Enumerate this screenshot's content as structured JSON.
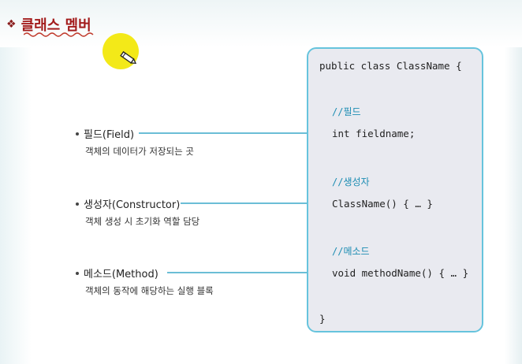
{
  "slide": {
    "title": "클래스 멤버",
    "title_bullet": "❖"
  },
  "members": [
    {
      "label": "필드(Field)",
      "description": "객체의 데이터가 저장되는 곳"
    },
    {
      "label": "생성자(Constructor)",
      "description": "객체 생성 시 초기화 역할 담당"
    },
    {
      "label": "메소드(Method)",
      "description": "객체의 동작에 해당하는 실행 블록"
    }
  ],
  "code": {
    "class_decl": "public class ClassName {",
    "comment_field": "//필드",
    "field": "int fieldname;",
    "comment_constructor": "//생성자",
    "constructor": "ClassName() { … }",
    "comment_method": "//메소드",
    "method": "void methodName() { … }",
    "closing": "}"
  },
  "colors": {
    "title": "#a31c1c",
    "arrow": "#3aa9c9",
    "box_border": "#66c4dd",
    "box_fill": "#e9eaf0",
    "highlight": "#f2e80c"
  },
  "icons": [
    "pencil-cursor-icon"
  ]
}
